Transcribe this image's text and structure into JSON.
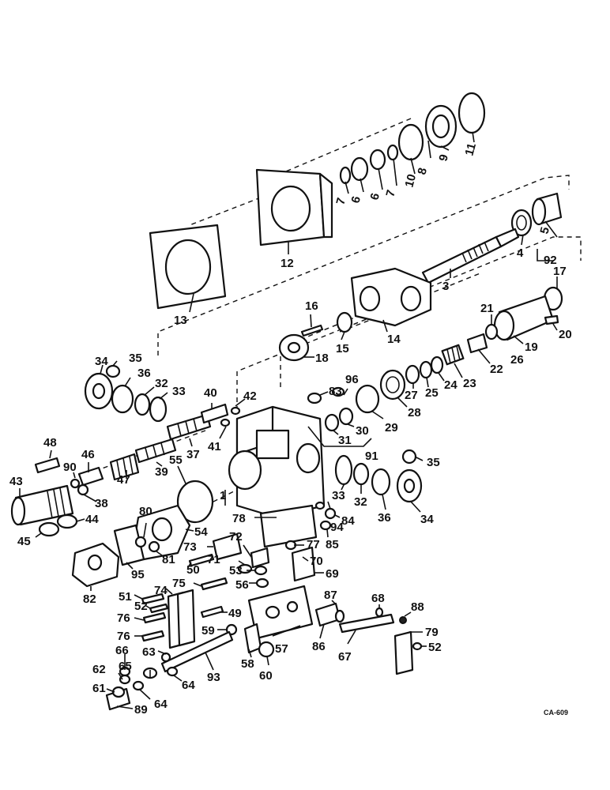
{
  "figure_code": "CA-609",
  "callouts": [
    "1",
    "3",
    "4",
    "5",
    "6",
    "6",
    "7",
    "7",
    "8",
    "9",
    "10",
    "11",
    "12",
    "13",
    "14",
    "15",
    "16",
    "17",
    "18",
    "19",
    "20",
    "21",
    "22",
    "23",
    "24",
    "25",
    "26",
    "27",
    "28",
    "29",
    "30",
    "31",
    "32",
    "32",
    "33",
    "33",
    "34",
    "34",
    "35",
    "35",
    "36",
    "36",
    "37",
    "38",
    "39",
    "40",
    "41",
    "42",
    "43",
    "44",
    "45",
    "46",
    "47",
    "48",
    "49",
    "50",
    "51",
    "52",
    "52",
    "53",
    "54",
    "55",
    "56",
    "57",
    "58",
    "59",
    "60",
    "61",
    "62",
    "63",
    "64",
    "64",
    "65",
    "66",
    "67",
    "68",
    "69",
    "70",
    "71",
    "72",
    "73",
    "74",
    "75",
    "76",
    "76",
    "77",
    "78",
    "79",
    "80",
    "81",
    "82",
    "83",
    "84",
    "85",
    "86",
    "87",
    "88",
    "89",
    "90",
    "91",
    "92",
    "93",
    "94",
    "95",
    "96"
  ]
}
